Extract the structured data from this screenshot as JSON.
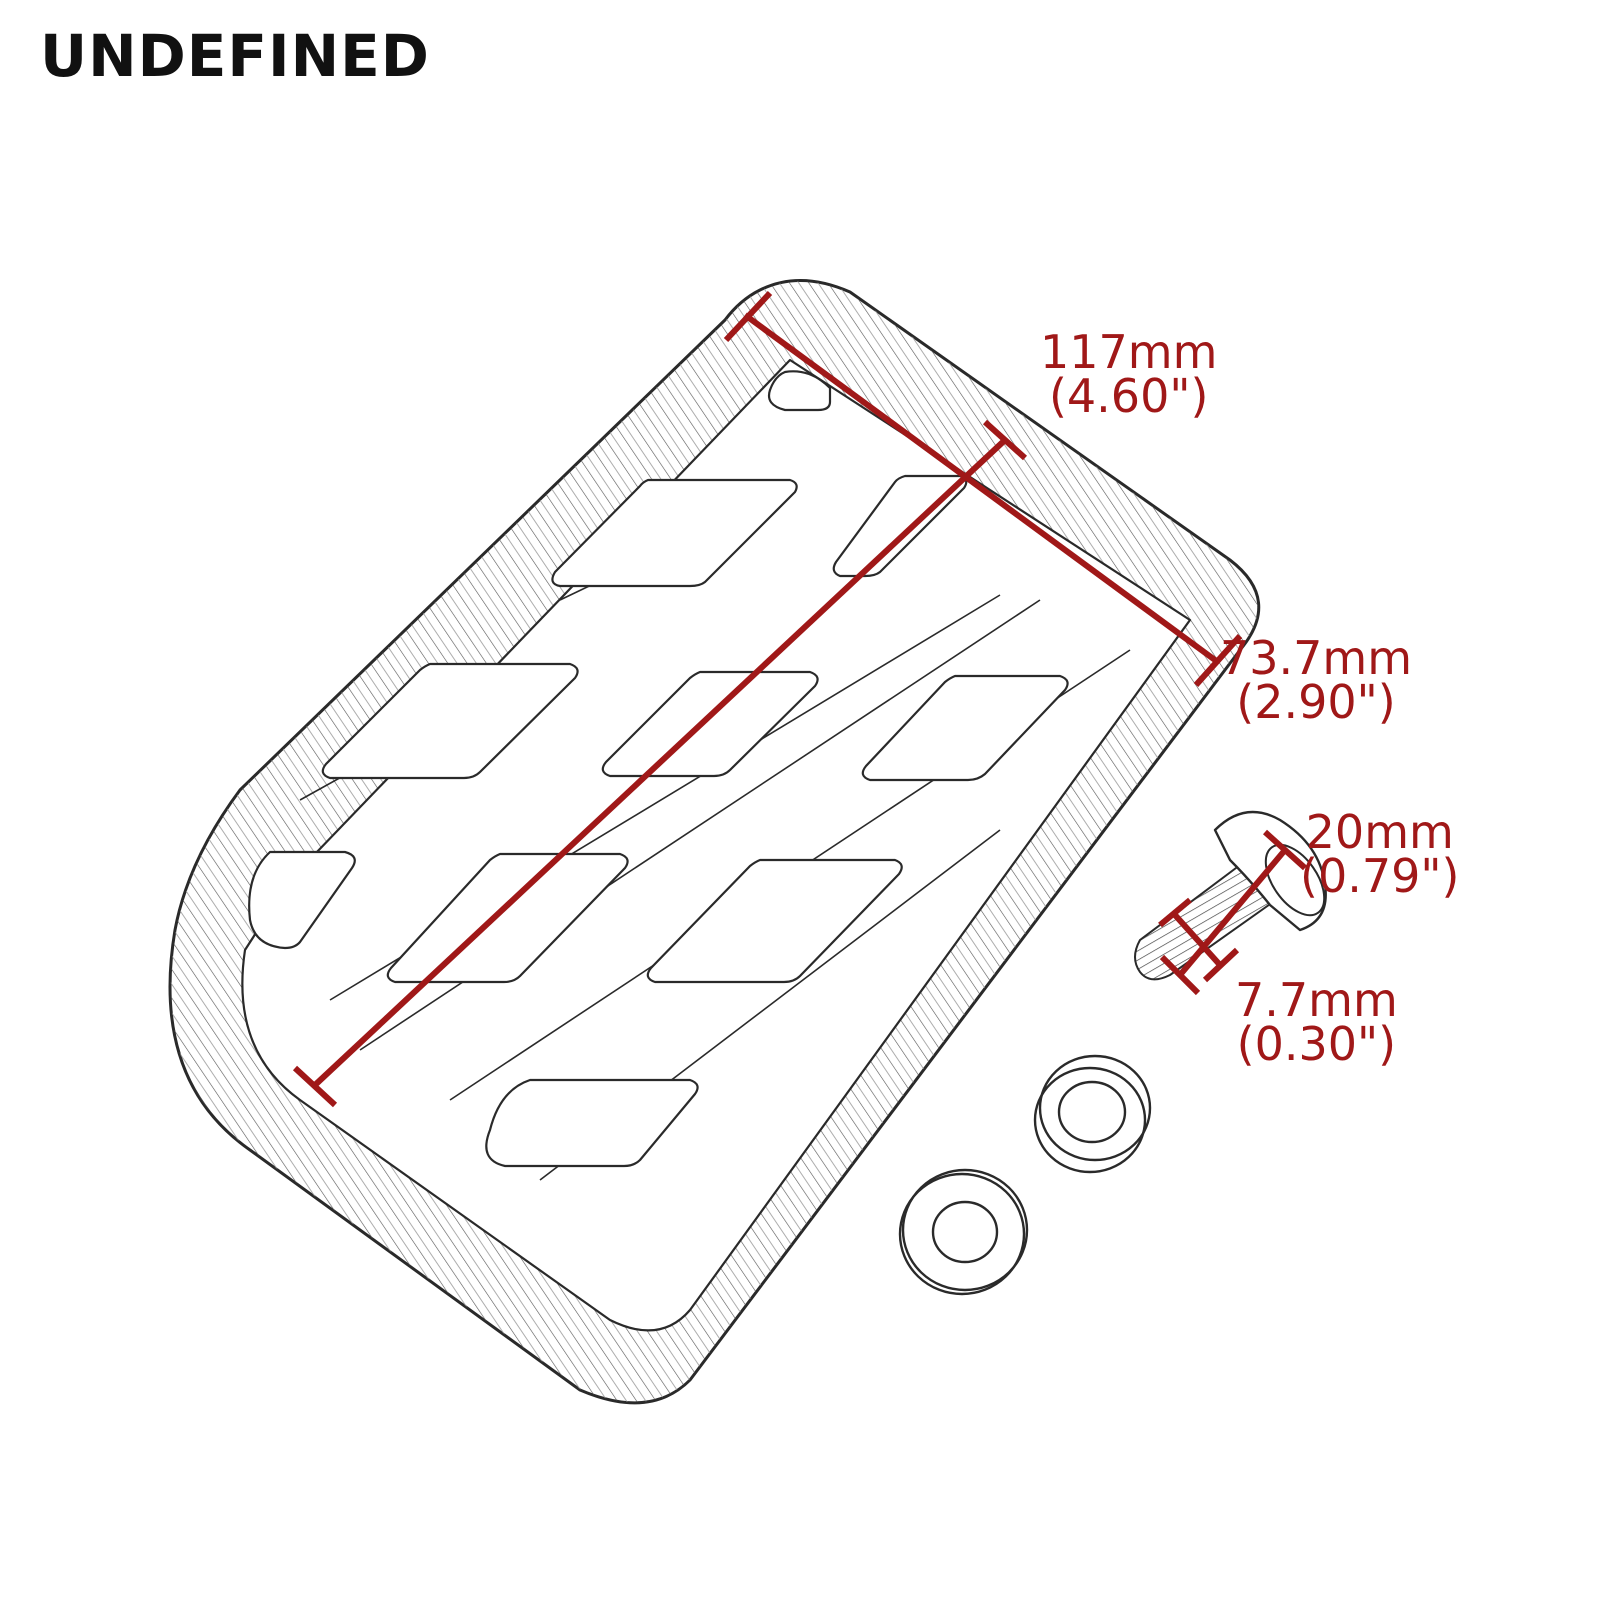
{
  "brand": "UNDEFINED",
  "colors": {
    "dimension": "#a01818",
    "outline": "#2a2a2a",
    "background": "#ffffff"
  },
  "dimensions": {
    "length": {
      "metric": "117mm",
      "imperial": "(4.60\")"
    },
    "width": {
      "metric": "73.7mm",
      "imperial": "(2.90\")"
    },
    "bolt_length": {
      "metric": "20mm",
      "imperial": "(0.79\")"
    },
    "bolt_diameter": {
      "metric": "7.7mm",
      "imperial": "(0.30\")"
    }
  }
}
